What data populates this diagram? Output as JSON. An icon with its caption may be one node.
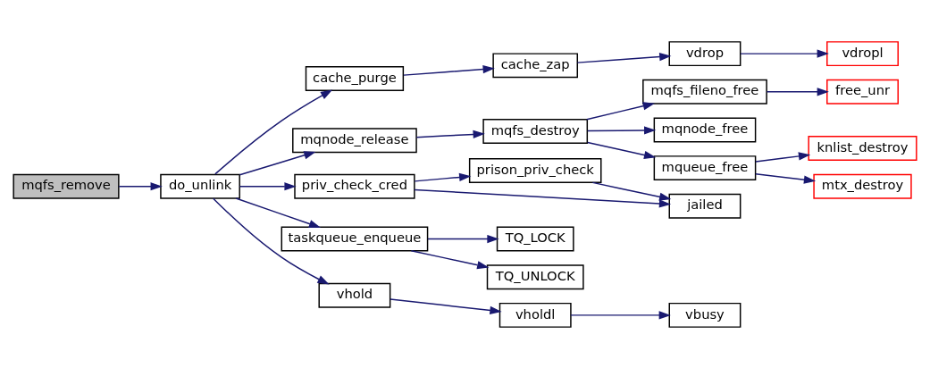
{
  "diagram": {
    "nodes": [
      {
        "text": [
          "mqfs_remove"
        ]
      },
      {
        "text": [
          "do_unlink"
        ]
      },
      {
        "text": [
          "cache_purge"
        ]
      },
      {
        "text": [
          "cache_zap"
        ]
      },
      {
        "text": [
          "vdrop"
        ]
      },
      {
        "text": [
          "vdropl"
        ]
      },
      {
        "text": [
          "mqnode_release"
        ]
      },
      {
        "text": [
          "mqfs_destroy"
        ]
      },
      {
        "text": [
          "mqfs_fileno_free"
        ]
      },
      {
        "text": [
          "free_unr"
        ]
      },
      {
        "text": [
          "mqnode_free"
        ]
      },
      {
        "text": [
          "mqueue_free"
        ]
      },
      {
        "text": [
          "knlist_destroy"
        ]
      },
      {
        "text": [
          "mtx_destroy"
        ]
      },
      {
        "text": [
          "priv_check_cred"
        ]
      },
      {
        "text": [
          "prison_priv_check"
        ]
      },
      {
        "text": [
          "jailed"
        ]
      },
      {
        "text": [
          "taskqueue_enqueue"
        ]
      },
      {
        "text": [
          "TQ_LOCK"
        ]
      },
      {
        "text": [
          "TQ_UNLOCK"
        ]
      },
      {
        "text": [
          "vhold"
        ]
      },
      {
        "text": [
          "vholdl"
        ]
      },
      {
        "text": [
          "vbusy"
        ]
      }
    ],
    "edges": [
      {
        "from": 0,
        "to": 1,
        "arrow": "to"
      },
      {
        "from": 1,
        "to": 2,
        "arrow": "to"
      },
      {
        "from": 2,
        "to": 3,
        "arrow": "to"
      },
      {
        "from": 3,
        "to": 4,
        "arrow": "to"
      },
      {
        "from": 4,
        "to": 5,
        "arrow": "to"
      },
      {
        "from": 1,
        "to": 6,
        "arrow": "to"
      },
      {
        "from": 6,
        "to": 7,
        "arrow": "to"
      },
      {
        "from": 7,
        "to": 8,
        "arrow": "to"
      },
      {
        "from": 8,
        "to": 9,
        "arrow": "to"
      },
      {
        "from": 7,
        "to": 10,
        "arrow": "to"
      },
      {
        "from": 7,
        "to": 11,
        "arrow": "to"
      },
      {
        "from": 11,
        "to": 12,
        "arrow": "to"
      },
      {
        "from": 11,
        "to": 13,
        "arrow": "to"
      },
      {
        "from": 1,
        "to": 14,
        "arrow": "to"
      },
      {
        "from": 14,
        "to": 16,
        "arrow": "to"
      },
      {
        "from": 14,
        "to": 15,
        "arrow": "to"
      },
      {
        "from": 15,
        "to": 16,
        "arrow": "to"
      },
      {
        "from": 1,
        "to": 17,
        "arrow": "to"
      },
      {
        "from": 17,
        "to": 18,
        "arrow": "to"
      },
      {
        "from": 17,
        "to": 19,
        "arrow": "to"
      },
      {
        "from": 1,
        "to": 20,
        "arrow": "to"
      },
      {
        "from": 20,
        "to": 21,
        "arrow": "to"
      },
      {
        "from": 21,
        "to": 22,
        "arrow": "to"
      }
    ]
  }
}
